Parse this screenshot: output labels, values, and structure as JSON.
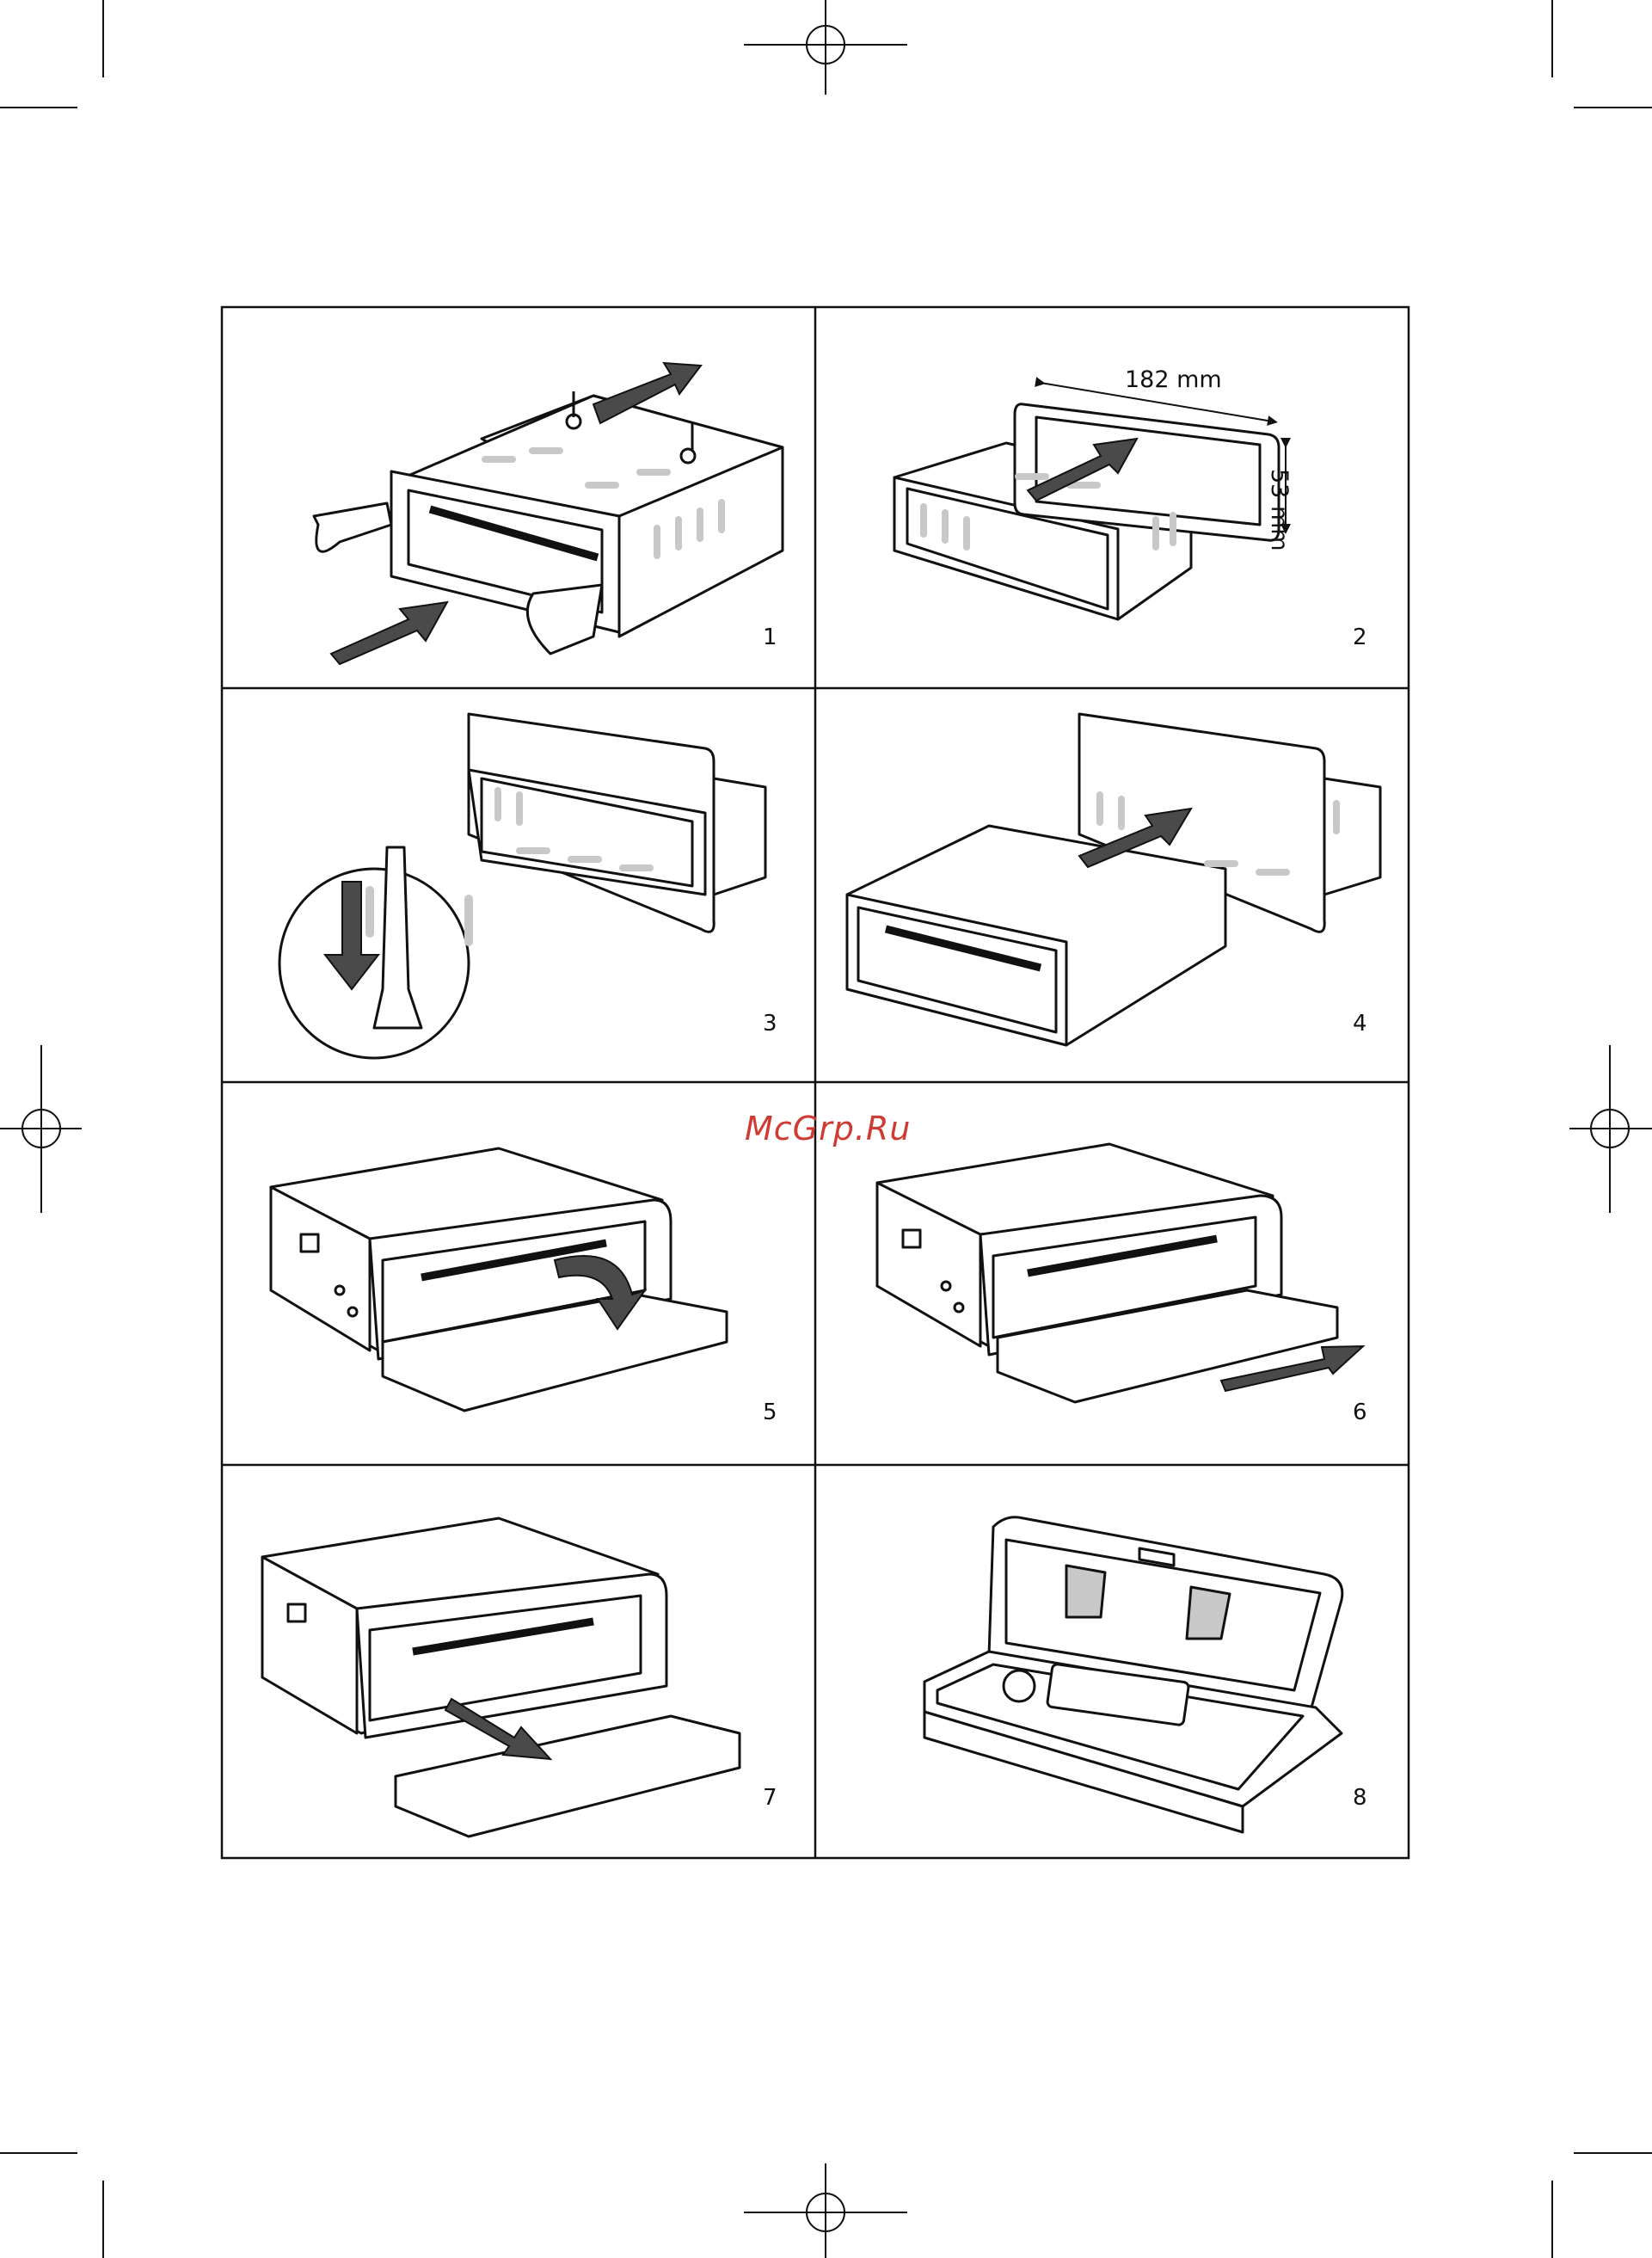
{
  "panels": [
    {
      "number": "1"
    },
    {
      "number": "2"
    },
    {
      "number": "3"
    },
    {
      "number": "4"
    },
    {
      "number": "5"
    },
    {
      "number": "6"
    },
    {
      "number": "7"
    },
    {
      "number": "8"
    }
  ],
  "dimensions": {
    "width_label": "182 mm",
    "height_label": "53 mm"
  },
  "watermark": "McGrp.Ru",
  "colors": {
    "line": "#111111",
    "shade": "#c8c8c8",
    "arrow": "#4a4a4a",
    "watermark": "#cf3b33"
  }
}
